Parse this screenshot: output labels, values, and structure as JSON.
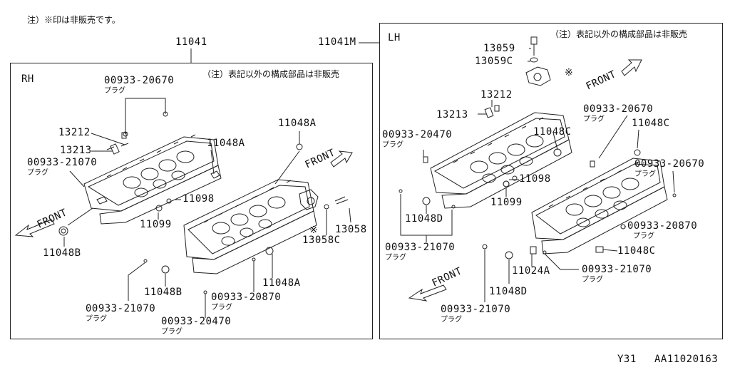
{
  "top_note": "注）※印は非販売です。",
  "panels": {
    "rh": {
      "tag": "RH",
      "note": "（注）表記以外の構成部品は非販売",
      "part_number": "11041"
    },
    "lh": {
      "tag": "LH",
      "note": "（注）表記以外の構成部品は非販売",
      "part_number": "11041M"
    }
  },
  "labels": {
    "rh_00933_20670": "00933-20670",
    "rh_plug_1": "プラグ",
    "rh_13212": "13212",
    "rh_13213": "13213",
    "rh_00933_21070_a": "00933-21070",
    "rh_plug_2": "プラグ",
    "rh_11048A_a": "11048A",
    "rh_11048A_b": "11048A",
    "rh_front": "FRONT",
    "rh_front_2": "FRONT",
    "rh_11098": "11098",
    "rh_11099": "11099",
    "rh_11048B_a": "11048B",
    "rh_13058": "13058",
    "rh_13058C": "13058C",
    "rh_mark": "※",
    "rh_11048A_c": "11048A",
    "rh_11048B_b": "11048B",
    "rh_00933_20870": "00933-20870",
    "rh_plug_3": "プラグ",
    "rh_00933_21070_b": "00933-21070",
    "rh_plug_4": "プラグ",
    "rh_00933_20470": "00933-20470",
    "rh_plug_5": "プラグ",
    "lh_13059": "13059",
    "lh_13059C": "13059C",
    "lh_mark": "※",
    "lh_front_1": "FRONT",
    "lh_13212": "13212",
    "lh_13213": "13213",
    "lh_00933_20670_a": "00933-20670",
    "lh_plug_1": "プラグ",
    "lh_11048C_a": "11048C",
    "lh_11048C_b": "11048C",
    "lh_00933_20470": "00933-20470",
    "lh_plug_2": "プラグ",
    "lh_00933_20670_b": "00933-20670",
    "lh_plug_3": "プラグ",
    "lh_11098": "11098",
    "lh_11099": "11099",
    "lh_11048D_a": "11048D",
    "lh_00933_20870": "00933-20870",
    "lh_plug_4": "プラグ",
    "lh_00933_21070_a": "00933-21070",
    "lh_plug_5": "プラグ",
    "lh_11048C_c": "11048C",
    "lh_11024A": "11024A",
    "lh_00933_21070_b": "00933-21070",
    "lh_plug_6": "プラグ",
    "lh_front_2": "FRONT",
    "lh_11048D_b": "11048D",
    "lh_00933_21070_c": "00933-21070",
    "lh_plug_7": "プラグ"
  },
  "footer": {
    "model": "Y31",
    "code": "AA11020163"
  }
}
